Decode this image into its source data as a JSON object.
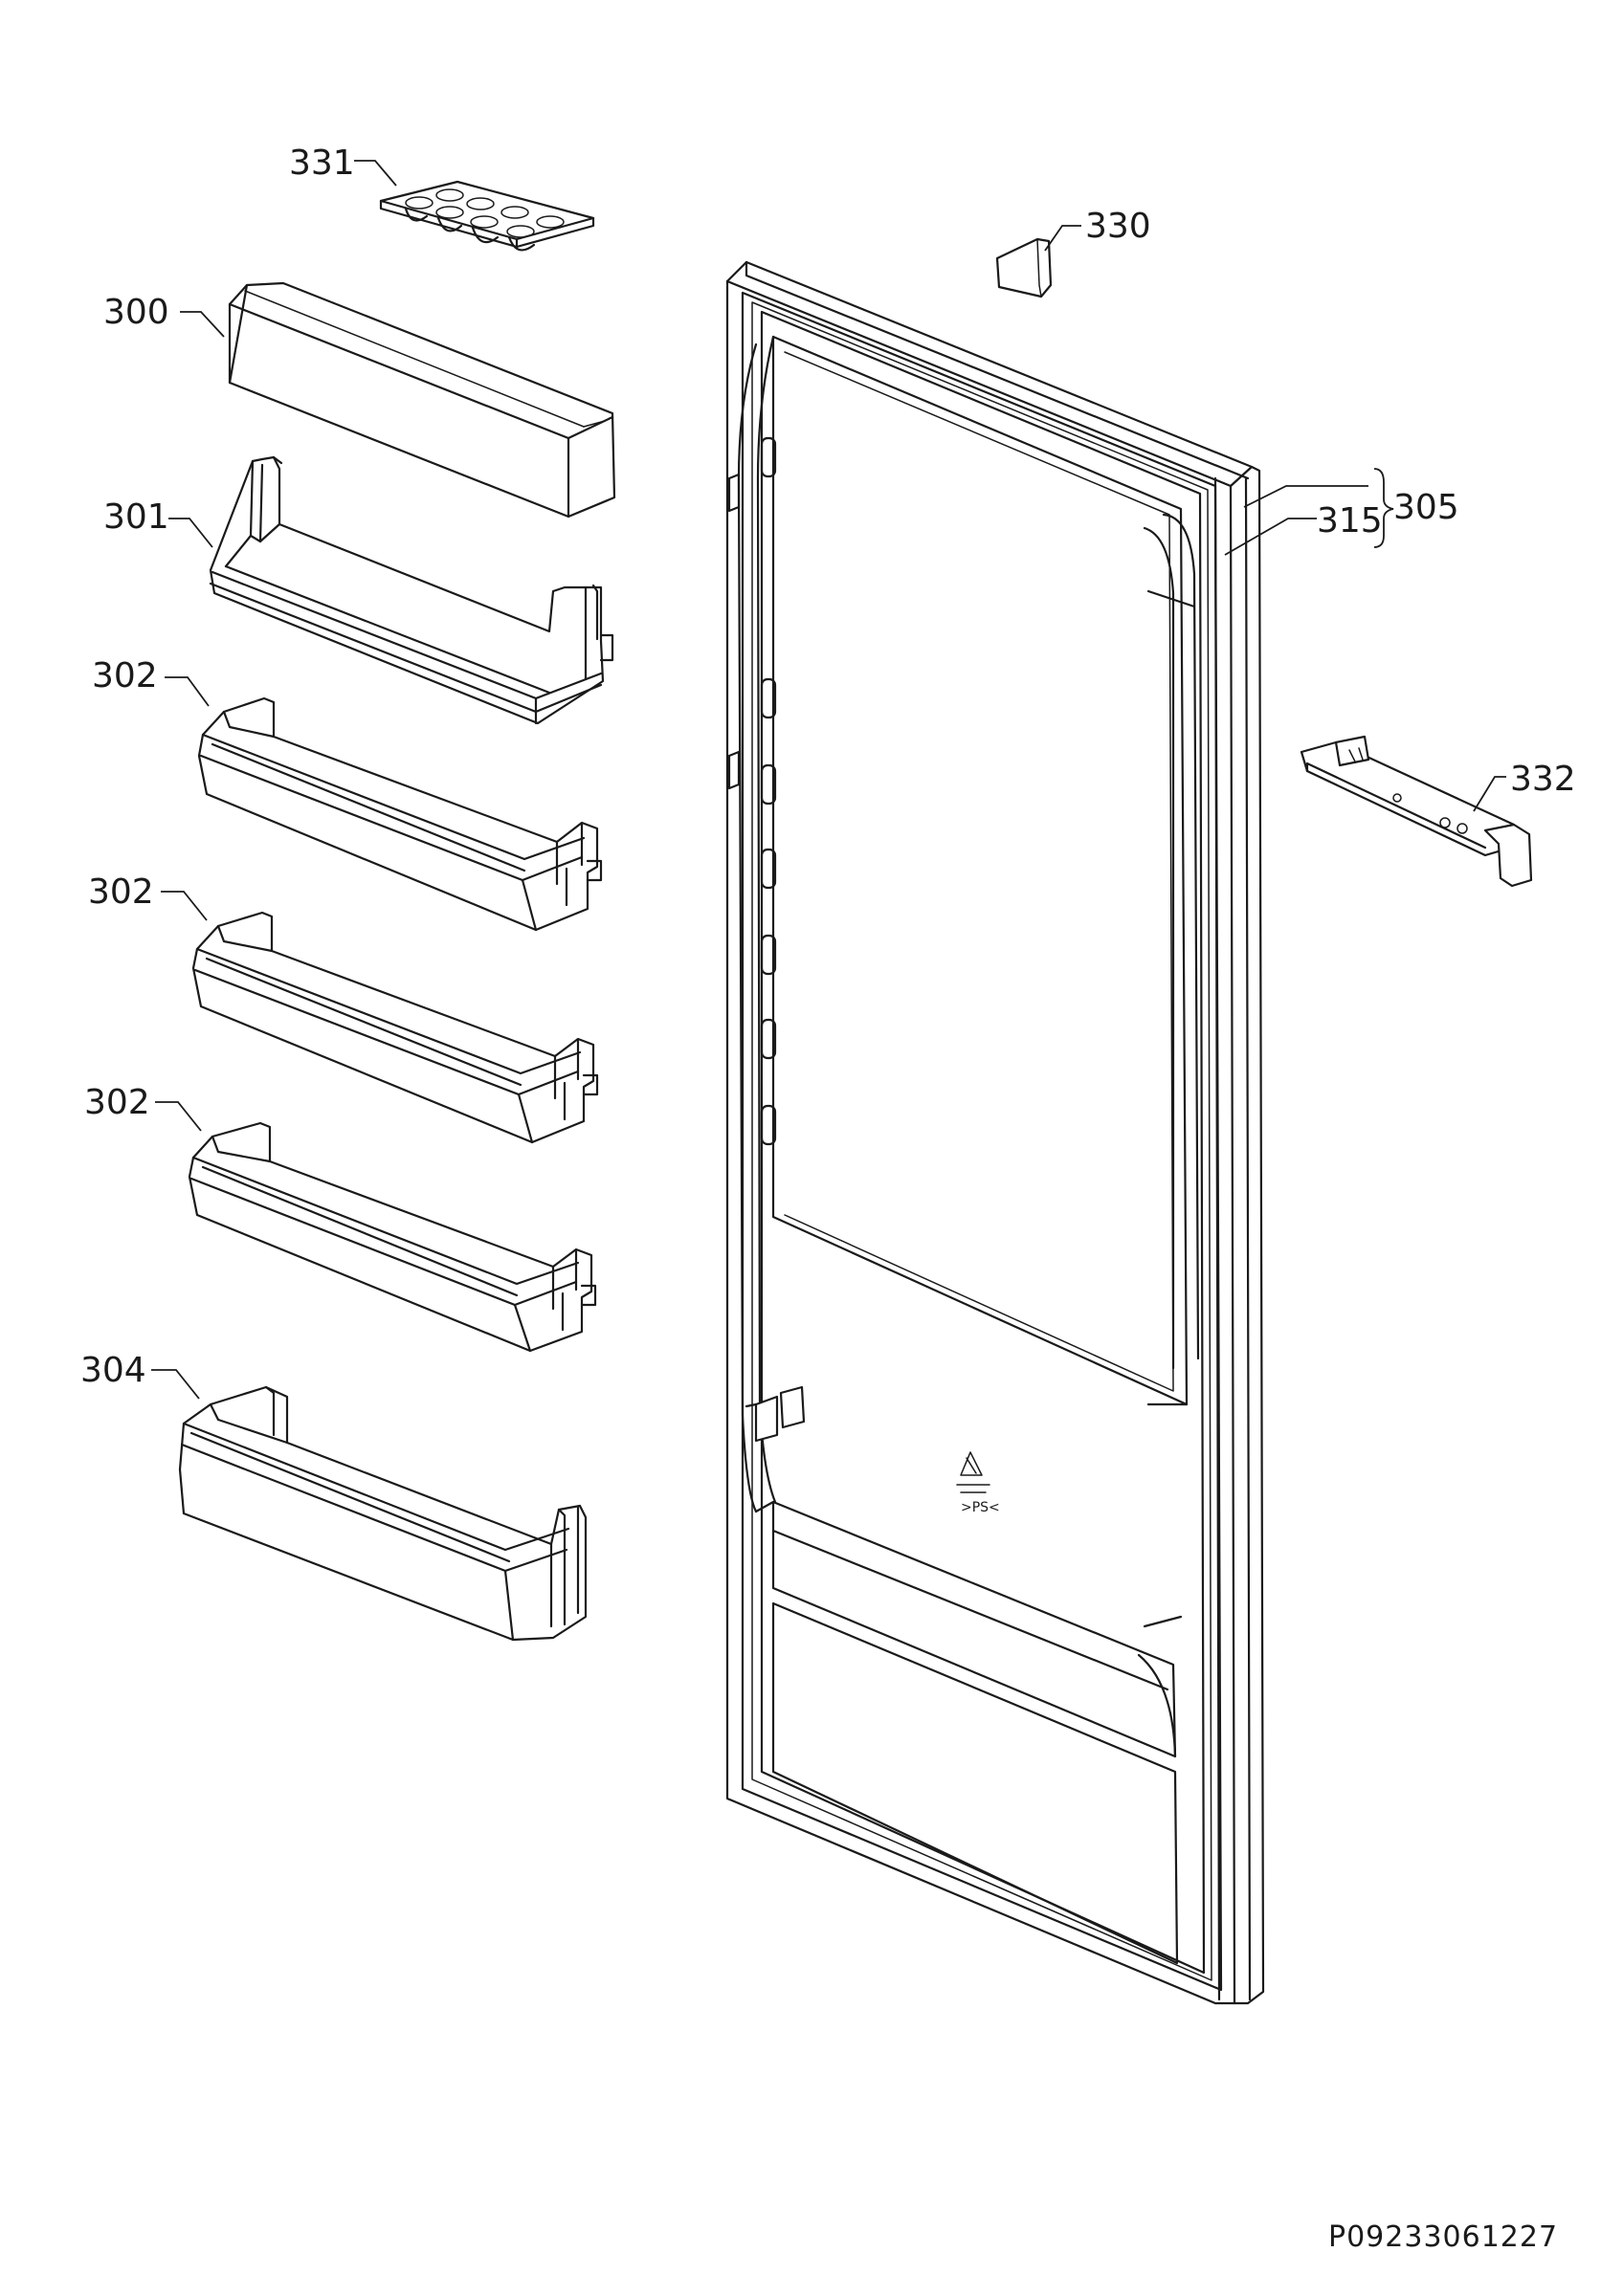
{
  "parts": {
    "egg_tray": "331",
    "door_shelf_cover": "300",
    "door_shelf_top": "301",
    "door_shelf_1": "302",
    "door_shelf_2": "302",
    "door_shelf_3": "302",
    "bottle_shelf": "304",
    "handle_cover": "330",
    "door_assembly": "305",
    "door_gasket": "315",
    "hinge": "332"
  },
  "drawing_number": "P09233061227"
}
